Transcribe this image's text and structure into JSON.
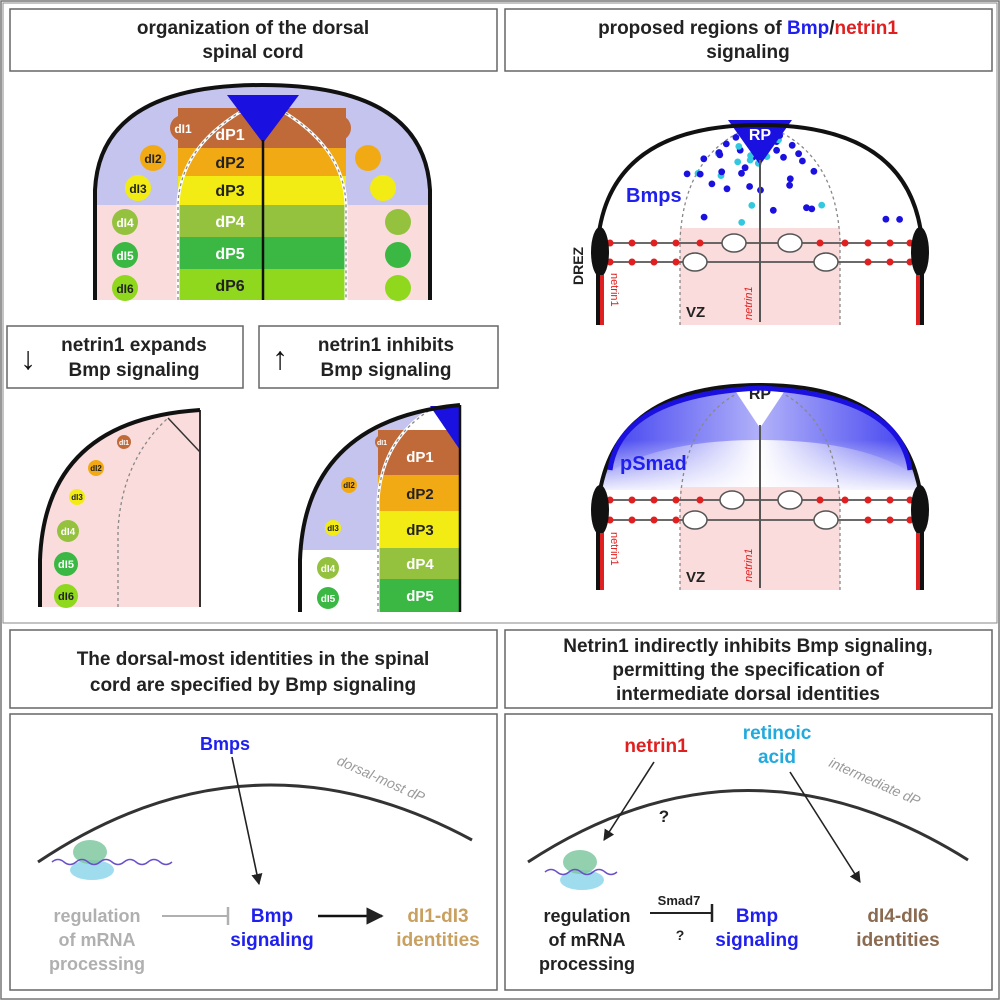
{
  "headers": {
    "org_line1": "organization of the dorsal",
    "org_line2": "spinal cord",
    "proposed_pre": "proposed regions of ",
    "proposed_bmp": "Bmp",
    "proposed_slash": "/",
    "proposed_netrin": "netrin1",
    "proposed_line2": "signaling"
  },
  "spinal": {
    "dP_labels": [
      "dP1",
      "dP2",
      "dP3",
      "dP4",
      "dP5",
      "dP6"
    ],
    "dI_labels": [
      "dI1",
      "dI2",
      "dI3",
      "dI4",
      "dI5",
      "dI6"
    ]
  },
  "hypotheses": {
    "expand_line1": "netrin1 expands",
    "expand_line2": "Bmp signaling",
    "expand_arrow": "↓",
    "inhibit_line1": "netrin1 inhibits",
    "inhibit_line2": "Bmp signaling",
    "inhibit_arrow": "↑"
  },
  "small_left": {
    "dI_labels": [
      "dI1",
      "dI2",
      "dI3",
      "dI4",
      "dI5",
      "dI6"
    ]
  },
  "small_right": {
    "dI_labels": [
      "dI1",
      "dI2",
      "dI3",
      "dI4",
      "dI5"
    ],
    "dP_labels": [
      "dP1",
      "dP2",
      "dP3",
      "dP4",
      "dP5"
    ]
  },
  "region_top": {
    "rp": "RP",
    "bmps": "Bmps",
    "drez": "DREZ",
    "netrin_side": "netrin1",
    "netrin_mid": "netrin1",
    "vz": "VZ"
  },
  "region_bottom": {
    "rp": "RP",
    "psmad": "pSmad",
    "netrin_side": "netrin1",
    "netrin_mid": "netrin1",
    "vz": "VZ"
  },
  "captions": {
    "left_line1": "The dorsal-most identities in the spinal",
    "left_line2": "cord are specified by Bmp signaling",
    "right_line1": "Netrin1 indirectly inhibits Bmp signaling,",
    "right_line2": "permitting the specification of",
    "right_line3": "intermediate dorsal identities"
  },
  "model_left": {
    "bmps": "Bmps",
    "arc_label": "dorsal-most dP",
    "reg_line1": "regulation",
    "reg_line2": "of mRNA",
    "reg_line3": "processing",
    "bmp_line1": "Bmp",
    "bmp_line2": "signaling",
    "id_line1": "dI1-dI3",
    "id_line2": "identities"
  },
  "model_right": {
    "netrin": "netrin1",
    "ra_line1": "retinoic",
    "ra_line2": "acid",
    "arc_label": "intermediate dP",
    "question1": "?",
    "question2": "?",
    "smad7": "Smad7",
    "reg_line1": "regulation",
    "reg_line2": "of mRNA",
    "reg_line3": "processing",
    "bmp_line1": "Bmp",
    "bmp_line2": "signaling",
    "id_line1": "dI4-dI6",
    "id_line2": "identities"
  },
  "colors": {
    "bmp_blue": "#2020ee",
    "netrin_red": "#e02020",
    "ra_cyan": "#22aadd",
    "tan": "#c8a060",
    "gray_text": "#b0b0b0",
    "lavender": "#c4c4ee",
    "pink": "#fbdcdc",
    "dP1": "#c06a3a",
    "dP2": "#f2aa14",
    "dP3": "#f2ec14",
    "dP4": "#94c23e",
    "dP5": "#3ab843",
    "dP6": "#8fd81e"
  }
}
